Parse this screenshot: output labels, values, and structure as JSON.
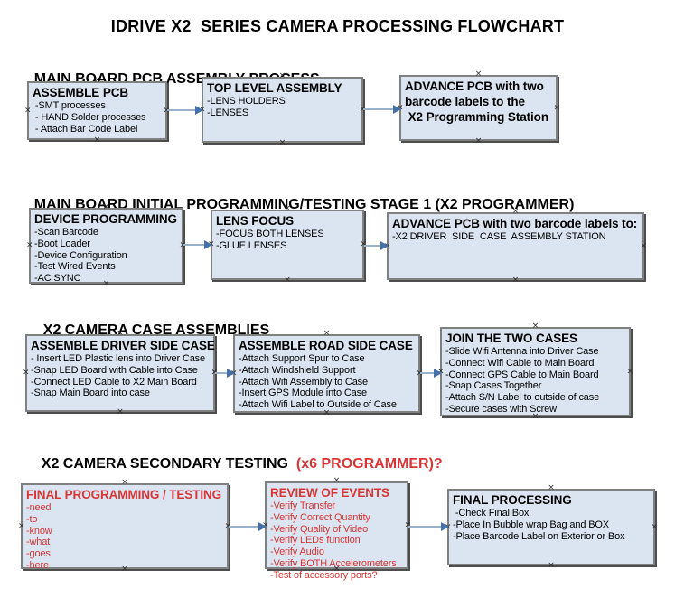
{
  "title": "IDRIVE X2  SERIES CAMERA PROCESSING FLOWCHART",
  "icons": {
    "anchor_mark": "×"
  },
  "colors": {
    "box_fill": "#dbe5f1",
    "box_border": "#808080",
    "box_shadow": "#4d4d4d",
    "arrow_stem": "#9ab1cc",
    "arrow_head": "#4472a8",
    "red_text": "#d83535",
    "black_text": "#000000"
  },
  "sections": [
    {
      "heading": "MAIN BOARD PCB ASSEMBLY PROCESS",
      "heading_red": ""
    },
    {
      "heading": "MAIN BOARD INITIAL PROGRAMMING/TESTING STAGE 1 (X2 PROGRAMMER)",
      "heading_red": ""
    },
    {
      "heading": "X2 CAMERA CASE ASSEMBLIES",
      "heading_red": ""
    },
    {
      "heading": "X2 CAMERA SECONDARY TESTING",
      "heading_red": "  (x6 PROGRAMMER)?"
    }
  ],
  "boxes": [
    {
      "id": "assemble-pcb",
      "style": "black",
      "title": "ASSEMBLE PCB",
      "items": [
        " -SMT processes",
        " - HAND Solder processes",
        " - Attach Bar Code Label"
      ]
    },
    {
      "id": "top-level-assembly",
      "style": "black",
      "title": "TOP LEVEL ASSEMBLY",
      "items": [
        "-LENS HOLDERS",
        "-LENSES"
      ]
    },
    {
      "id": "advance-pcb-to-programming-station",
      "style": "black",
      "title": "ADVANCE PCB with two\nbarcode labels to the\n X2 Programming Station",
      "items": []
    },
    {
      "id": "device-programming",
      "style": "black",
      "title": "DEVICE PROGRAMMING",
      "items": [
        "-Scan Barcode",
        "-Boot Loader",
        "-Device Configuration",
        "-Test Wired Events",
        "-AC SYNC"
      ]
    },
    {
      "id": "lens-focus",
      "style": "black",
      "title": "LENS FOCUS",
      "items": [
        "-FOCUS BOTH LENSES",
        "-GLUE LENSES"
      ]
    },
    {
      "id": "advance-pcb-to-case-assembly",
      "style": "black",
      "title": "ADVANCE PCB with two barcode labels to:",
      "items": [
        "-X2 DRIVER  SIDE  CASE  ASSEMBLY STATION"
      ]
    },
    {
      "id": "assemble-driver-side-case",
      "style": "black",
      "title": "ASSEMBLE DRIVER SIDE CASE",
      "items": [
        "- Insert LED Plastic lens into Driver Case",
        "-Snap LED Board with Cable into Case",
        "-Connect LED Cable to X2 Main Board",
        "-Snap Main Board into case"
      ]
    },
    {
      "id": "assemble-road-side-case",
      "style": "black",
      "title": "ASSEMBLE ROAD SIDE CASE",
      "items": [
        "-Attach Support Spur to Case",
        "-Attach Windshield Support",
        "-Attach Wifi Assembly to Case",
        "-Insert GPS Module into Case",
        "-Attach Wifi Label to Outside of Case"
      ]
    },
    {
      "id": "join-the-two-cases",
      "style": "black",
      "title": "JOIN THE TWO CASES",
      "items": [
        "-Slide Wifi Antenna into Driver Case",
        "-Connect Wifi Cable to Main Board",
        "-Connect GPS Cable to Main Board",
        "-Snap Cases Together",
        "-Attach S/N Label to outside of case",
        "-Secure cases with Screw"
      ]
    },
    {
      "id": "final-programming-testing",
      "style": "red",
      "title": "FINAL PROGRAMMING / TESTING",
      "items": [
        "-need",
        "-to",
        "-know",
        "-what",
        "-goes",
        "-here"
      ]
    },
    {
      "id": "review-of-events",
      "style": "red",
      "title": "REVIEW OF EVENTS",
      "items": [
        "-Verify Transfer",
        "-Verify Correct Quantity",
        "-Verify Quality of Video",
        "-Verify LEDs function",
        "-Verify Audio",
        "-Verify BOTH Accelerometers",
        "-Test of accessory ports?"
      ]
    },
    {
      "id": "final-processing",
      "style": "black",
      "title": "FINAL PROCESSING",
      "items": [
        " -Check Final Box",
        "-Place In Bubble wrap Bag and BOX",
        "-Place Barcode Label on Exterior or Box"
      ]
    }
  ]
}
